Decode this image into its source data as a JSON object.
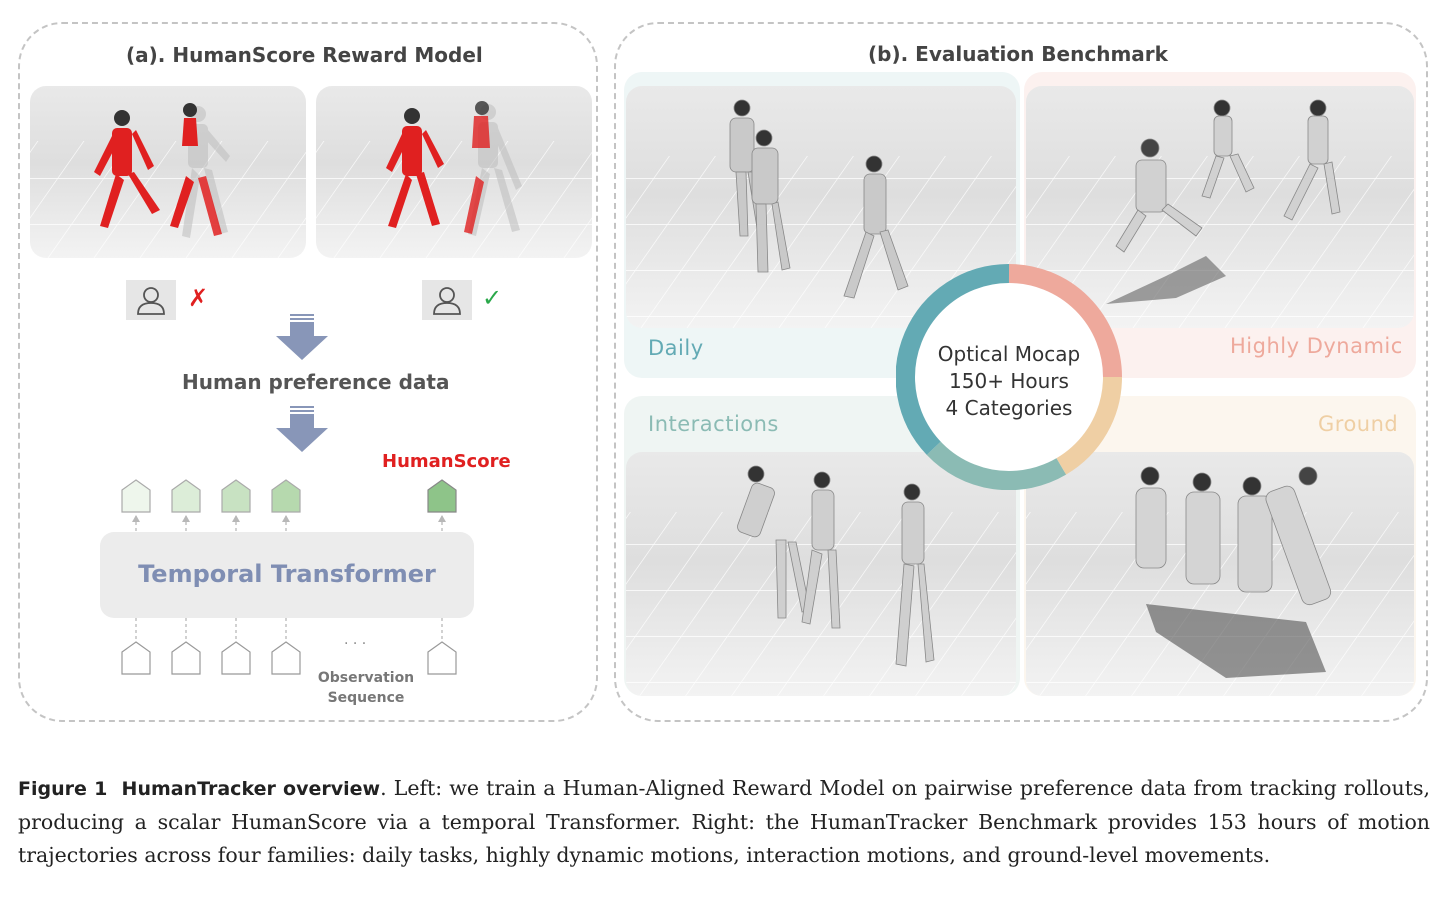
{
  "panel_a": {
    "title": "(a). HumanScore Reward Model",
    "rejected_mark": "✗",
    "accepted_mark": "✓",
    "preference_label": "Human preference data",
    "score_label": "HumanScore",
    "model_label": "Temporal Transformer",
    "ellipsis": "· · ·",
    "sequence_label_line1": "Observation",
    "sequence_label_line2": "Sequence"
  },
  "panel_b": {
    "title": "(b). Evaluation Benchmark",
    "center_line1": "Optical Mocap",
    "center_line2": "150+ Hours",
    "center_line3": "4 Categories",
    "categories": [
      "Daily",
      "Highly Dynamic",
      "Interactions",
      "Ground"
    ],
    "category_colors": [
      "#63aab4",
      "#eea99c",
      "#8bbbb4",
      "#efcfa4"
    ]
  },
  "colors": {
    "highlight_red": "#e02020",
    "accept_green": "#2aa84a",
    "arrow": "#8896b8",
    "transformer_text": "#7f8eb3"
  },
  "caption": {
    "label": "Figure 1",
    "title": "HumanTracker overview",
    "text": ". Left: we train a Human-Aligned Reward Model on pairwise preference data from tracking rollouts, producing a scalar HumanScore via a temporal Transformer. Right: the HumanTracker Benchmark provides 153 hours of motion trajectories across four families: daily tasks, highly dynamic motions, interaction motions, and ground-level movements."
  }
}
